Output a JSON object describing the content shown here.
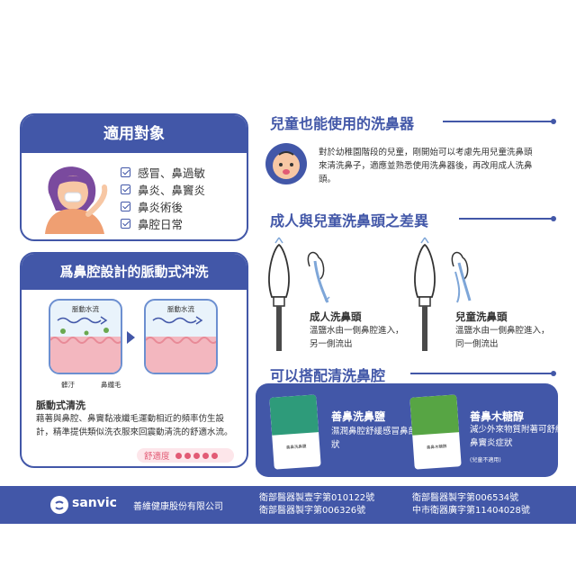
{
  "target": {
    "title": "適用對象",
    "items": [
      "感冒、鼻過敏",
      "鼻炎、鼻竇炎",
      "鼻炎術後",
      "鼻腔日常"
    ]
  },
  "pulse": {
    "title": "爲鼻腔設計的脈動式沖洗",
    "diagram_label_left": "脈動水流",
    "diagram_label_right": "脈動水流",
    "legend_dirt": "髒汙",
    "legend_cilia": "鼻纖毛",
    "subtitle": "脈動式清洗",
    "description": "藉著與鼻腔、鼻竇黏液纖毛運動相近的頻率仿生設計，精準提供類似洗衣服來回震動清洗的舒適水流。",
    "comfort_label": "舒適度",
    "comfort_score": 5
  },
  "kids": {
    "title": "兒童也能使用的洗鼻器",
    "text": "對於幼稚園階段的兒童，剛開始可以考慮先用兒童洗鼻頭來清洗鼻子，適應並熟悉使用洗鼻器後，再改用成人洗鼻頭。"
  },
  "nozzles": {
    "title": "成人與兒童洗鼻頭之差異",
    "adult_title": "成人洗鼻頭",
    "adult_text": "溫鹽水由一側鼻腔進入，另一側流出",
    "child_title": "兒童洗鼻頭",
    "child_text": "溫鹽水由一側鼻腔進入，同一側流出"
  },
  "products": {
    "title": "可以搭配清洗鼻腔",
    "salt_pack_label": "善鼻洗鼻鹽",
    "salt_name": "善鼻洗鼻鹽",
    "salt_desc": "濕潤鼻腔舒緩感冒鼻部症狀",
    "xylitol_pack_label": "善鼻木糖醇",
    "xylitol_name": "善鼻木糖醇",
    "xylitol_desc": "減少外來物質附著可舒緩鼻竇炎症狀",
    "xylitol_note": "(兒童不適用)"
  },
  "footer": {
    "logo": "sanvic",
    "company": "善維健康股份有限公司",
    "license_1": "衛部醫器製壹字第010122號",
    "license_2": "衛部醫器製字第006326號",
    "license_3": "衛部醫器製字第006534號",
    "license_4": "中市衛器廣字第11404028號"
  },
  "colors": {
    "brand_blue": "#4257a8",
    "accent_pink": "#e25b75",
    "salt_green": "#2e9b7a",
    "xylitol_green": "#57a544"
  }
}
